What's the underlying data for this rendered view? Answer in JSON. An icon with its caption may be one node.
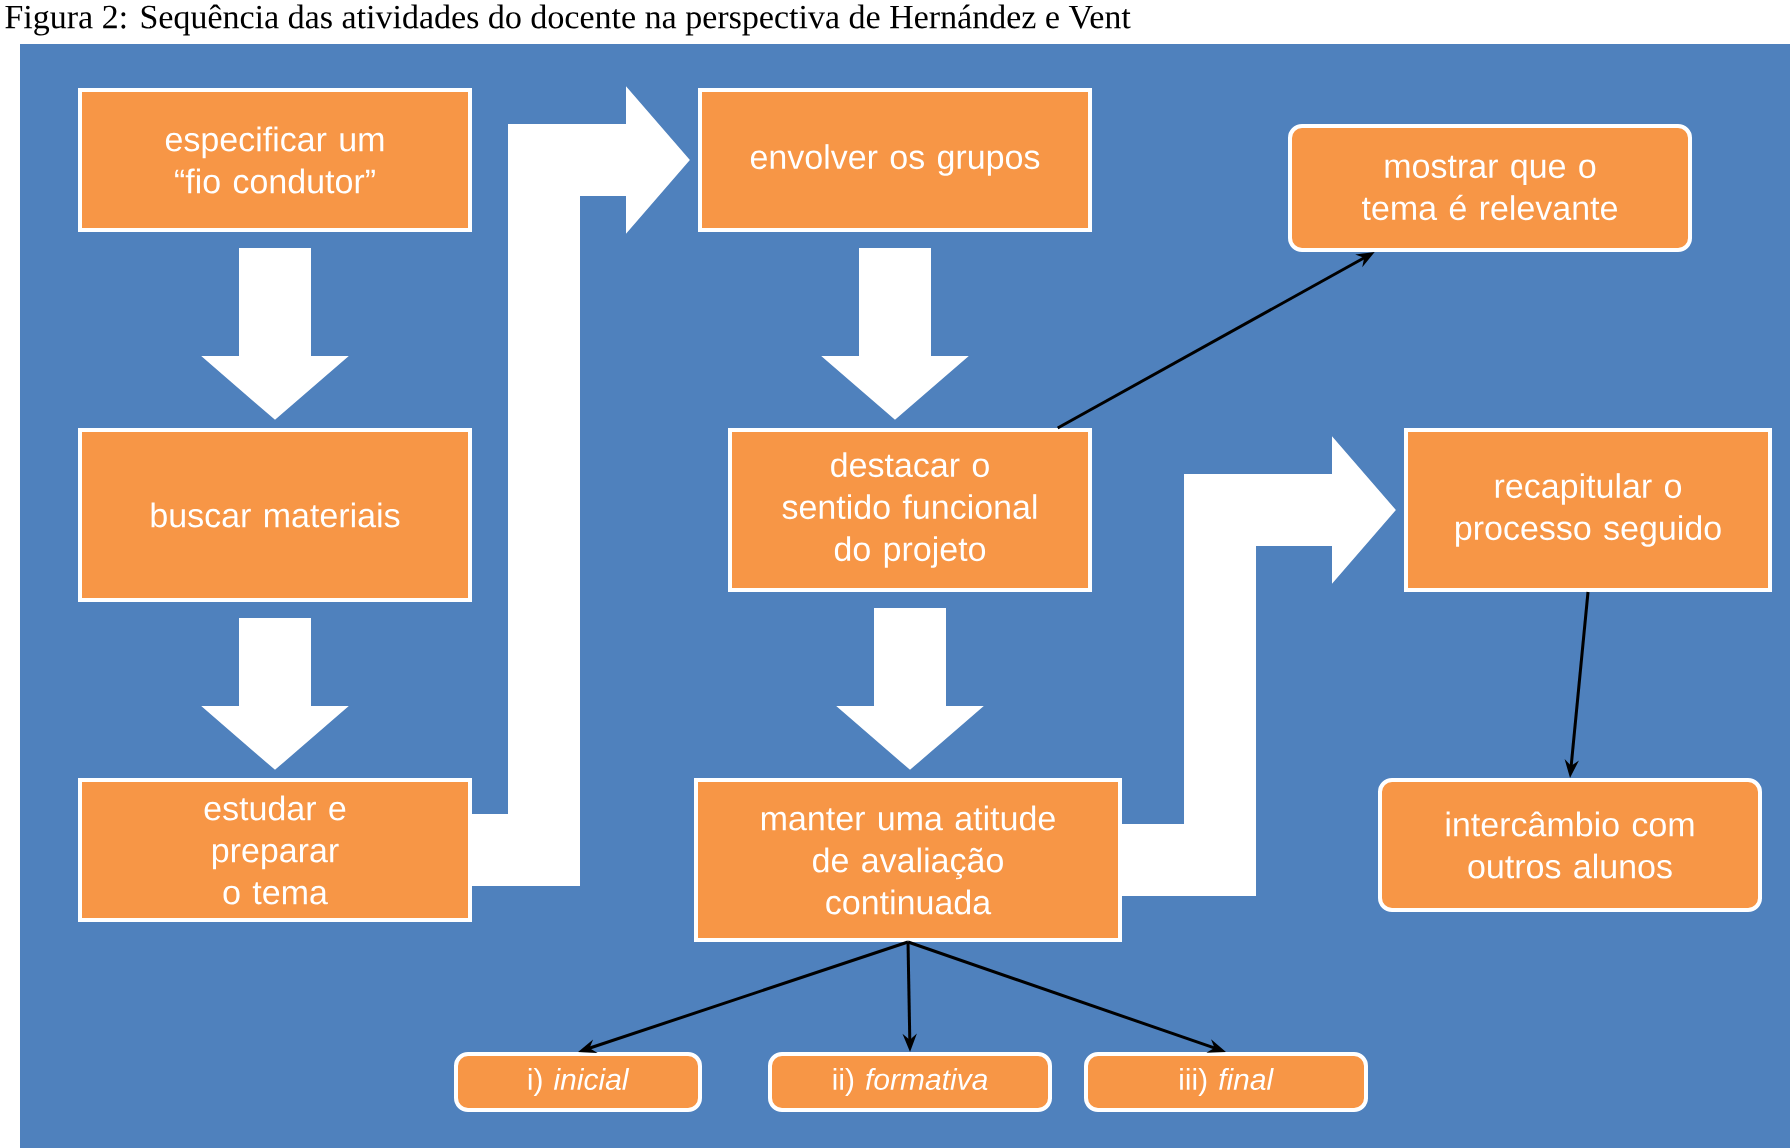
{
  "diagram": {
    "title": "Figura 2: Sequência das atividades do docente na perspectiva de Hernández e Vent",
    "nodes": [
      {
        "text": [
          "especificar um “fio condutor”"
        ]
      },
      {
        "text": [
          "buscar materiais"
        ]
      },
      {
        "text": [
          "estudar e preparar o tema"
        ]
      },
      {
        "text": [
          "envolver os grupos"
        ]
      },
      {
        "text": [
          "destacar o sentido funcional do projeto"
        ]
      },
      {
        "text": [
          "manter uma atitude de avaliação continuada"
        ]
      },
      {
        "text": [
          "mostrar que o tema é relevante"
        ]
      },
      {
        "text": [
          "recapitular o processo seguido"
        ]
      },
      {
        "text": [
          "intercâmbio com outros alunos"
        ]
      },
      {
        "text": [
          "i) *inicial*"
        ]
      },
      {
        "text": [
          "ii) *formativa*"
        ]
      },
      {
        "text": [
          "iii) *final*"
        ]
      }
    ],
    "edges": [
      {
        "from": 0,
        "to": 1,
        "arrow": "to"
      },
      {
        "from": 1,
        "to": 2,
        "arrow": "to"
      },
      {
        "from": 2,
        "to": 3,
        "arrow": "to"
      },
      {
        "from": 3,
        "to": 4,
        "arrow": "to"
      },
      {
        "from": 4,
        "to": 5,
        "arrow": "to"
      },
      {
        "from": 5,
        "to": 7,
        "arrow": "to"
      },
      {
        "from": 4,
        "to": 6,
        "arrow": "to",
        "color": "#000000"
      },
      {
        "from": 7,
        "to": 8,
        "arrow": "to",
        "color": "#000000"
      },
      {
        "from": 5,
        "to": 9,
        "arrow": "to",
        "color": "#000000"
      },
      {
        "from": 5,
        "to": 10,
        "arrow": "to",
        "color": "#000000"
      },
      {
        "from": 5,
        "to": 11,
        "arrow": "to",
        "color": "#000000"
      }
    ]
  }
}
